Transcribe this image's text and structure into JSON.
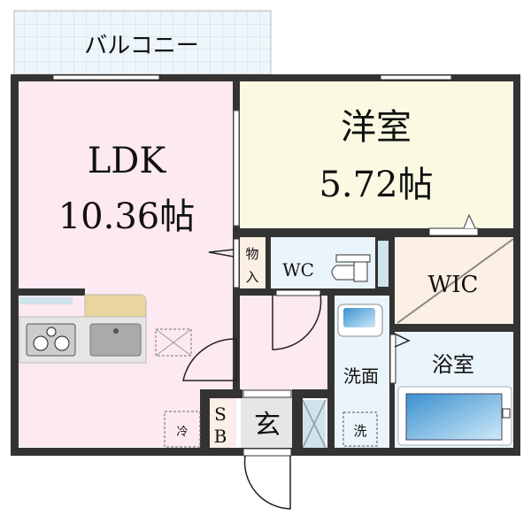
{
  "balcony": {
    "label": "バルコニー"
  },
  "rooms": {
    "ldk": {
      "name": "LDK",
      "size": "10.36帖"
    },
    "western": {
      "name": "洋室",
      "size": "5.72帖"
    },
    "storage": {
      "name_top": "物",
      "name_bottom": "入"
    },
    "wc": {
      "name": "WC"
    },
    "wic": {
      "name": "WIC"
    },
    "bath": {
      "name": "浴室"
    },
    "washroom": {
      "name": "洗面",
      "washer": "洗"
    },
    "entrance": {
      "name": "玄"
    },
    "shoebox": {
      "top": "S",
      "bottom": "B"
    },
    "fridge": {
      "name": "冷"
    }
  },
  "colors": {
    "ldk": "#fce9f1",
    "western": "#fafae2",
    "wet": "#eaf4fb",
    "wic": "#fcefe3",
    "entrance": "#e6e6e6",
    "wall": "#333333"
  }
}
